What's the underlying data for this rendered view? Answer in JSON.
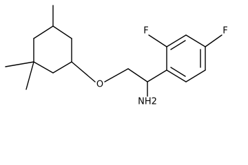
{
  "molecule": {
    "atoms": {
      "fluorine_ortho": "F",
      "fluorine_para": "F",
      "oxygen": "O",
      "amine": "NH2"
    }
  }
}
